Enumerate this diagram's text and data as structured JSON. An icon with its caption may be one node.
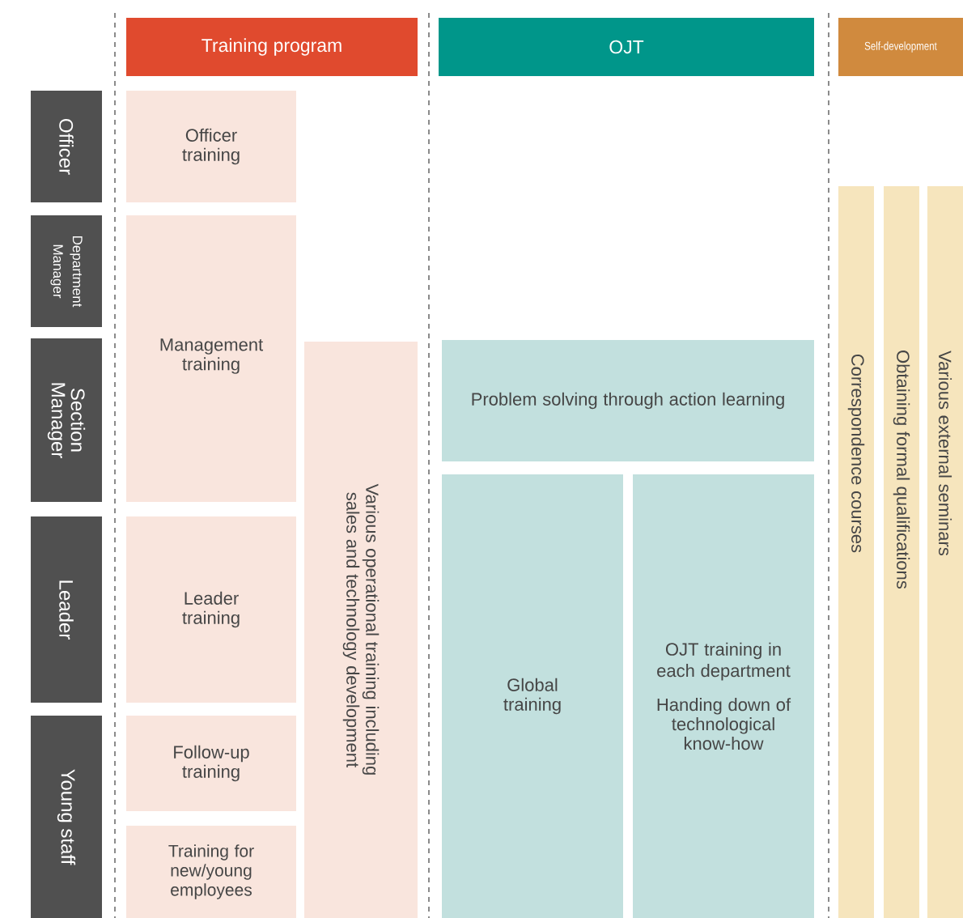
{
  "diagram": {
    "nodes": [
      {
        "text": [
          "Training program"
        ]
      },
      {
        "text": [
          "OJT"
        ]
      },
      {
        "text": [
          "Self-development"
        ]
      },
      {
        "text": [
          "Officer"
        ]
      },
      {
        "text": [
          "Department Manager"
        ]
      },
      {
        "text": [
          "Section Manager"
        ]
      },
      {
        "text": [
          "Leader"
        ]
      },
      {
        "text": [
          "Young staff"
        ]
      },
      {
        "text": [
          "Officer training"
        ]
      },
      {
        "text": [
          "Management training"
        ]
      },
      {
        "text": [
          "Leader training"
        ]
      },
      {
        "text": [
          "Follow-up training"
        ]
      },
      {
        "text": [
          "Training for new/young employees"
        ]
      },
      {
        "text": [
          "Various operational training including sales and technology development"
        ]
      },
      {
        "text": [
          "Problem solving through action learning"
        ]
      },
      {
        "text": [
          "Global training"
        ]
      },
      {
        "text": [
          "OJT training in each department",
          "Handing down of technological know-how"
        ]
      },
      {
        "text": [
          "Correspondence courses"
        ]
      },
      {
        "text": [
          "Obtaining formal qualifications"
        ]
      },
      {
        "text": [
          "Various external seminars"
        ]
      }
    ]
  }
}
